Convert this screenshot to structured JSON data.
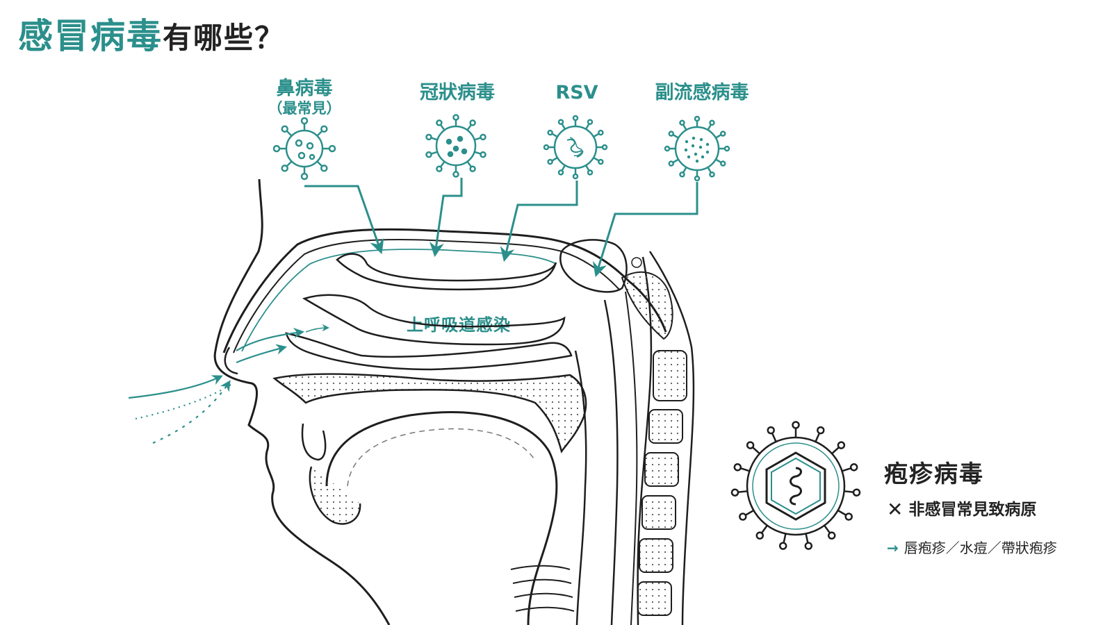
{
  "title": {
    "accent": "感冒病毒",
    "rest": "有哪些？"
  },
  "viruses": [
    {
      "name": "鼻病毒",
      "note": "（最常見）",
      "icon": "rhinovirus-icon"
    },
    {
      "name": "冠狀病毒",
      "note": "",
      "icon": "coronavirus-icon"
    },
    {
      "name": "RSV",
      "note": "",
      "icon": "rsv-icon"
    },
    {
      "name": "副流感病毒",
      "note": "",
      "icon": "parainfluenza-icon"
    }
  ],
  "region_label": "上呼吸道感染",
  "herpes": {
    "name": "疱疹病毒",
    "cross": "✕",
    "not_common": "非感冒常見致病原",
    "arrow": "→",
    "related": "唇疱疹／水痘／帶狀疱疹",
    "icon": "herpesvirus-icon"
  },
  "colors": {
    "accent": "#2b8f8b",
    "line": "#1e1e1e"
  }
}
